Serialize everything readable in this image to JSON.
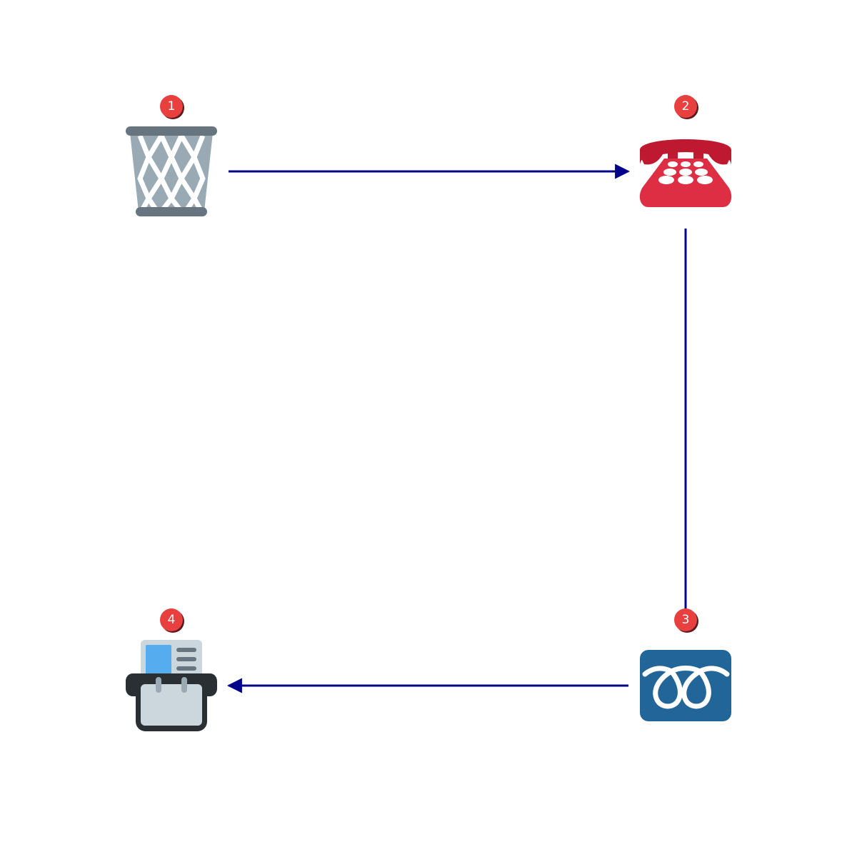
{
  "diagram": {
    "nodes": [
      {
        "id": "n1",
        "step": "1",
        "icon": "wastebasket-icon"
      },
      {
        "id": "n2",
        "step": "2",
        "icon": "telephone-icon"
      },
      {
        "id": "n3",
        "step": "3",
        "icon": "free-dial-icon"
      },
      {
        "id": "n4",
        "step": "4",
        "icon": "card-index-icon"
      }
    ],
    "edges": [
      {
        "from": "n1",
        "to": "n2",
        "arrow": "end"
      },
      {
        "from": "n2",
        "to": "n3",
        "arrow": "none"
      },
      {
        "from": "n3",
        "to": "n4",
        "arrow": "end"
      }
    ],
    "colors": {
      "edge": "#00008b",
      "badge": "#e8403f",
      "badge_shadow": "#5a1a1a"
    }
  }
}
